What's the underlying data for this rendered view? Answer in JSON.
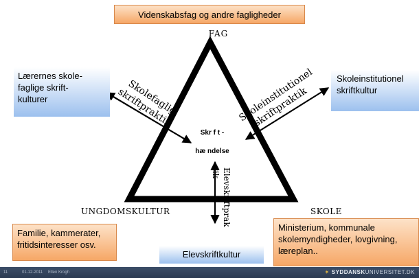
{
  "vertices": {
    "top": "FAG",
    "left": "UNGDOMSKULTUR",
    "right": "SKOLE"
  },
  "center": {
    "line1": "Skr f t -",
    "line2": "hæ ndelse"
  },
  "arrow_labels": {
    "left_1": "Skolefaglig",
    "left_2": "skriftpraktik",
    "right_1": "Skoleinstitutionel",
    "right_2": "skriftpraktik",
    "bottom_1": "Elevskriftprak",
    "bottom_2": "tik"
  },
  "boxes": {
    "top": "Videnskabsfag og andre fagligheder",
    "left_line1": "Lærernes skole-",
    "left_line2": "faglige skrift-",
    "left_line3": "kulturer",
    "right_line1": "Skoleinstitutionel",
    "right_line2": "skriftkultur",
    "bottom_left_line1": "Familie, kammerater,",
    "bottom_left_line2": "fritidsinteresser osv.",
    "bottom_center": "Elevskriftkultur",
    "bottom_right_line1": "Ministerium, kommunale",
    "bottom_right_line2": "skolemyndigheder, lovgivning,",
    "bottom_right_line3": "læreplan.."
  },
  "footer": {
    "slide_number": "11",
    "date": "01-12-2011",
    "author": "Ellen Krogh",
    "logo_bold": "SYDDANSK",
    "logo_rest": "UNIVERSITET.DK"
  },
  "colors": {
    "triangle": "#000000",
    "orange_box": "#f6a766",
    "blue_box": "#9cc0ee",
    "footer_bar": "#2b3a52"
  }
}
